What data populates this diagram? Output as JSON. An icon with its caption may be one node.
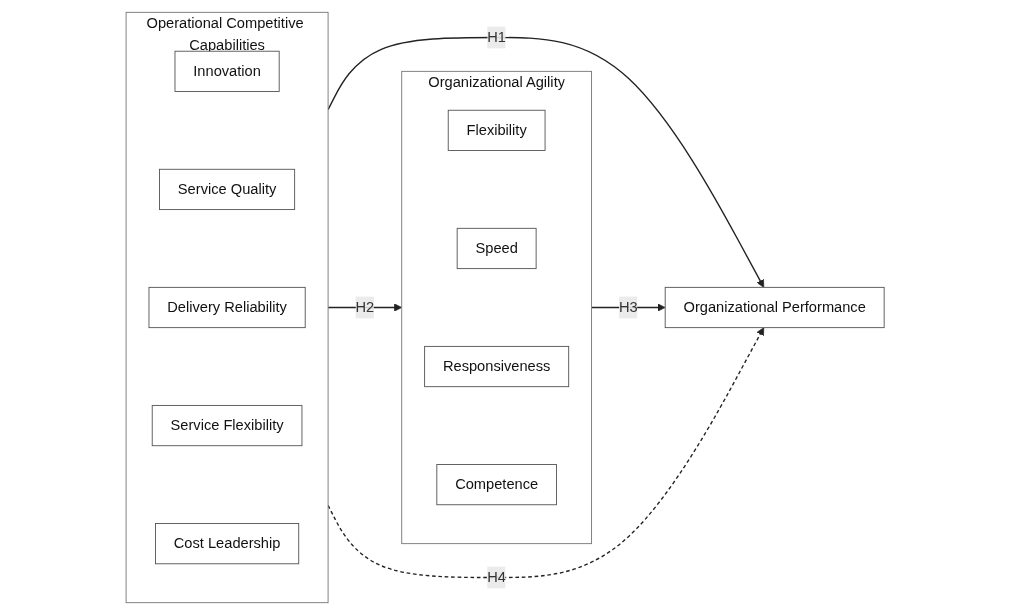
{
  "diagram": {
    "nodes": [
      {
        "text": [
          "Organizational Agility"
        ]
      },
      {
        "text": [
          "Flexibility"
        ],
        "in": 0
      },
      {
        "text": [
          "Speed"
        ],
        "in": 0
      },
      {
        "text": [
          "Responsiveness"
        ],
        "in": 0
      },
      {
        "text": [
          "Competence"
        ],
        "in": 0
      },
      {
        "text": [
          "Operational Competitive Capabilities"
        ]
      },
      {
        "text": [
          "Innovation"
        ],
        "in": 5
      },
      {
        "text": [
          "Service Quality"
        ],
        "in": 5
      },
      {
        "text": [
          "Delivery Reliability"
        ],
        "in": 5
      },
      {
        "text": [
          "Service Flexibility"
        ],
        "in": 5
      },
      {
        "text": [
          "Cost Leadership"
        ],
        "in": 5
      },
      {
        "text": [
          "Organizational Performance"
        ]
      }
    ],
    "edges": [
      {
        "from": 5,
        "to": 11,
        "arrow": "to",
        "label": "H1"
      },
      {
        "from": 5,
        "to": 0,
        "arrow": "to",
        "label": "H2"
      },
      {
        "from": 0,
        "to": 11,
        "arrow": "to",
        "label": "H3"
      },
      {
        "from": 5,
        "to": 11,
        "arrow": "to",
        "label": "H4",
        "style": "dashed"
      }
    ]
  }
}
